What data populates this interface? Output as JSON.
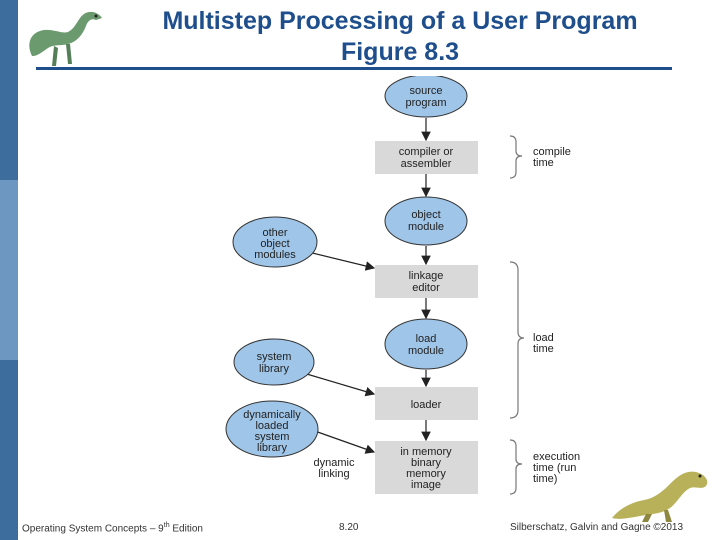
{
  "title": {
    "line1": "Multistep Processing of a User Program",
    "line2": "Figure 8.3"
  },
  "diagram": {
    "main_flow": [
      {
        "id": "source-program",
        "shape": "oval",
        "lines": [
          "source",
          "program"
        ]
      },
      {
        "id": "compiler",
        "shape": "box",
        "lines": [
          "compiler or",
          "assembler"
        ]
      },
      {
        "id": "object-module",
        "shape": "oval",
        "lines": [
          "object",
          "module"
        ]
      },
      {
        "id": "linkage-editor",
        "shape": "box",
        "lines": [
          "linkage",
          "editor"
        ]
      },
      {
        "id": "load-module",
        "shape": "oval",
        "lines": [
          "load",
          "module"
        ]
      },
      {
        "id": "loader",
        "shape": "box",
        "lines": [
          "loader"
        ]
      },
      {
        "id": "in-memory-image",
        "shape": "box",
        "lines": [
          "in memory",
          "binary",
          "memory",
          "image"
        ]
      }
    ],
    "side_inputs": [
      {
        "id": "other-object-modules",
        "lines": [
          "other",
          "object",
          "modules"
        ]
      },
      {
        "id": "system-library",
        "lines": [
          "system",
          "library"
        ]
      },
      {
        "id": "dynamically-loaded-system-library",
        "lines": [
          "dynamically",
          "loaded",
          "system",
          "library"
        ]
      }
    ],
    "dynamic_linking_label": [
      "dynamic",
      "linking"
    ],
    "time_labels": [
      {
        "id": "compile-time",
        "lines": [
          "compile",
          "time"
        ]
      },
      {
        "id": "load-time",
        "lines": [
          "load",
          "time"
        ]
      },
      {
        "id": "execution-time",
        "lines": [
          "execution",
          "time (run",
          "time)"
        ]
      }
    ],
    "colors": {
      "oval": "#9fc5e8",
      "box": "#d9d9d9",
      "stroke": "#333333"
    }
  },
  "footer": {
    "left_prefix": "Operating System Concepts – 9",
    "left_sup": "th",
    "left_suffix": " Edition",
    "page": "8.20",
    "right": "Silberschatz, Galvin and Gagne ©2013"
  }
}
